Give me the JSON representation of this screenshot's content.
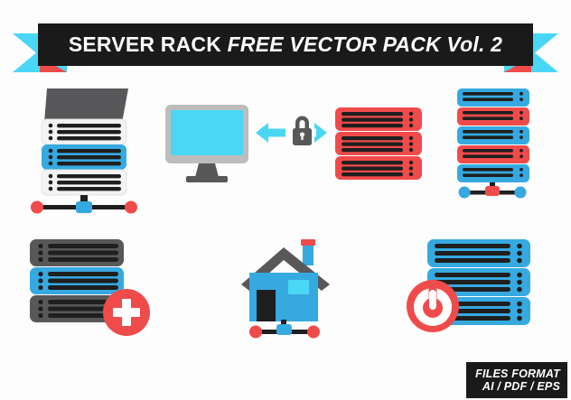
{
  "banner": {
    "title_bold": "SERVER RACK",
    "title_italic": " FREE VECTOR PACK Vol. 2",
    "bar_color": "#1a1a1a",
    "tail_color": "#4ad7f5",
    "fold_color": "#f04b4b"
  },
  "footer": {
    "line1": "FILES FORMAT",
    "line2": "AI / PDF / EPS",
    "bg_color": "#1a1a1a",
    "text_color": "#ffffff"
  },
  "palette": {
    "cyan": "#4ad7f5",
    "blue": "#36a9e1",
    "red": "#f04b4b",
    "dark": "#1f1f1f",
    "gray": "#58585a",
    "light_gray": "#c9c9c9",
    "white": "#f3f3f3",
    "background": "#fdfdfd"
  },
  "icons": [
    {
      "id": "server-rack-tower",
      "name": "Server Rack Tower",
      "units": [
        {
          "color": "#f3f3f3",
          "bars": 3,
          "dots": 3,
          "dot_side": "left"
        },
        {
          "color": "#36a9e1",
          "bars": 3,
          "dots": 3,
          "dot_side": "left"
        },
        {
          "color": "#f3f3f3",
          "bars": 3,
          "dots": 3,
          "dot_side": "left"
        }
      ],
      "has_top_cover": true,
      "top_cover_color": "#58585a",
      "connector": {
        "nodes": 2,
        "node_color": "#f04b4b",
        "hub_color": "#36a9e1"
      }
    },
    {
      "id": "monitor-secure-transfer",
      "name": "Monitor Secure Transfer",
      "bezel_color": "#bdbdbd",
      "screen_color": "#4ad7f5",
      "stand_color": "#58585a",
      "lock_color": "#58585a",
      "arrow_color": "#4ad7f5",
      "arrows": [
        "left",
        "right"
      ]
    },
    {
      "id": "server-rack-red",
      "name": "Server Rack Red",
      "units": [
        {
          "color": "#f04b4b",
          "bars": 3,
          "dots": 3,
          "dot_side": "right"
        },
        {
          "color": "#f04b4b",
          "bars": 3,
          "dots": 3,
          "dot_side": "right"
        },
        {
          "color": "#f04b4b",
          "bars": 3,
          "dots": 3,
          "dot_side": "right"
        }
      ],
      "has_top_cover": false,
      "connector": null
    },
    {
      "id": "server-rack-striped",
      "name": "Server Rack Striped",
      "units": [
        {
          "color": "#36a9e1",
          "bars": 2,
          "dots": 2,
          "dot_side": "right"
        },
        {
          "color": "#f04b4b",
          "bars": 2,
          "dots": 2,
          "dot_side": "right"
        },
        {
          "color": "#36a9e1",
          "bars": 2,
          "dots": 2,
          "dot_side": "right"
        },
        {
          "color": "#f04b4b",
          "bars": 2,
          "dots": 2,
          "dot_side": "right"
        },
        {
          "color": "#36a9e1",
          "bars": 2,
          "dots": 2,
          "dot_side": "right"
        }
      ],
      "has_top_cover": false,
      "connector": {
        "nodes": 2,
        "node_color": "#36a9e1",
        "hub_color": "#f04b4b"
      }
    },
    {
      "id": "server-rack-add",
      "name": "Server Rack Add",
      "units": [
        {
          "color": "#58585a",
          "bars": 3,
          "dots": 3,
          "dot_side": "left"
        },
        {
          "color": "#36a9e1",
          "bars": 3,
          "dots": 3,
          "dot_side": "left"
        },
        {
          "color": "#58585a",
          "bars": 3,
          "dots": 3,
          "dot_side": "left"
        }
      ],
      "has_top_cover": false,
      "badge": {
        "symbol": "plus",
        "bg_color": "#f04b4b",
        "fg_color": "#ffffff"
      }
    },
    {
      "id": "home-server-house",
      "name": "Home Server House",
      "body_color": "#36a9e1",
      "roof_color": "#58585a",
      "chimney_color": "#f04b4b",
      "door_color": "#1f1f1f",
      "window_color": "#4ad7f5",
      "connector": {
        "nodes": 2,
        "node_color": "#f04b4b",
        "hub_color": "#36a9e1"
      }
    },
    {
      "id": "server-rack-power",
      "name": "Server Rack Power",
      "units": [
        {
          "color": "#36a9e1",
          "bars": 3,
          "dots": 3,
          "dot_side": "right"
        },
        {
          "color": "#36a9e1",
          "bars": 3,
          "dots": 3,
          "dot_side": "right"
        },
        {
          "color": "#36a9e1",
          "bars": 3,
          "dots": 3,
          "dot_side": "right"
        }
      ],
      "has_top_cover": false,
      "badge": {
        "symbol": "power",
        "bg_color": "#f04b4b",
        "fg_color": "#ffffff"
      }
    }
  ]
}
